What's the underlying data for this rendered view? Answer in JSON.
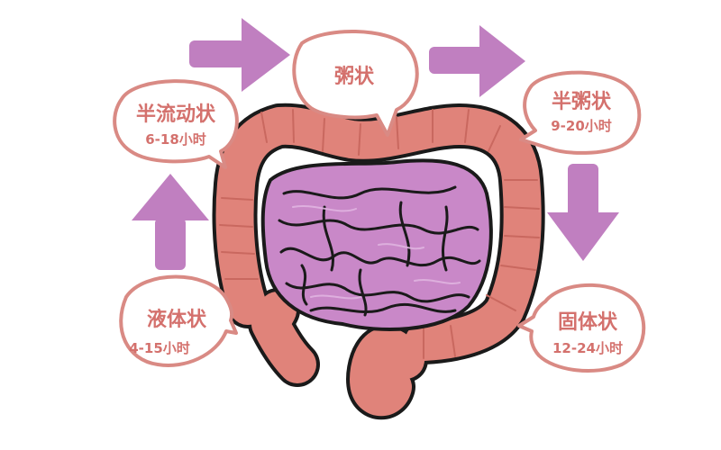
{
  "colors": {
    "bubble_outline": "#d98a84",
    "bubble_text": "#d4716d",
    "arrow": "#c07fc0",
    "colon": "#e0837a",
    "colon_dark": "#c9685f",
    "small_intestine": "#c988c8",
    "outline": "#1a1a1a"
  },
  "stages": [
    {
      "title": "液体状",
      "time": "4-15小时"
    },
    {
      "title": "半流动状",
      "time": "6-18小时"
    },
    {
      "title": "粥状",
      "time": ""
    },
    {
      "title": "半粥状",
      "time": "9-20小时"
    },
    {
      "title": "固体状",
      "time": "12-24小时"
    }
  ],
  "icons": {
    "arrows": [
      "arrow-up-icon",
      "arrow-right-icon",
      "arrow-right-icon",
      "arrow-down-icon"
    ],
    "illustration": "intestine-icon"
  }
}
